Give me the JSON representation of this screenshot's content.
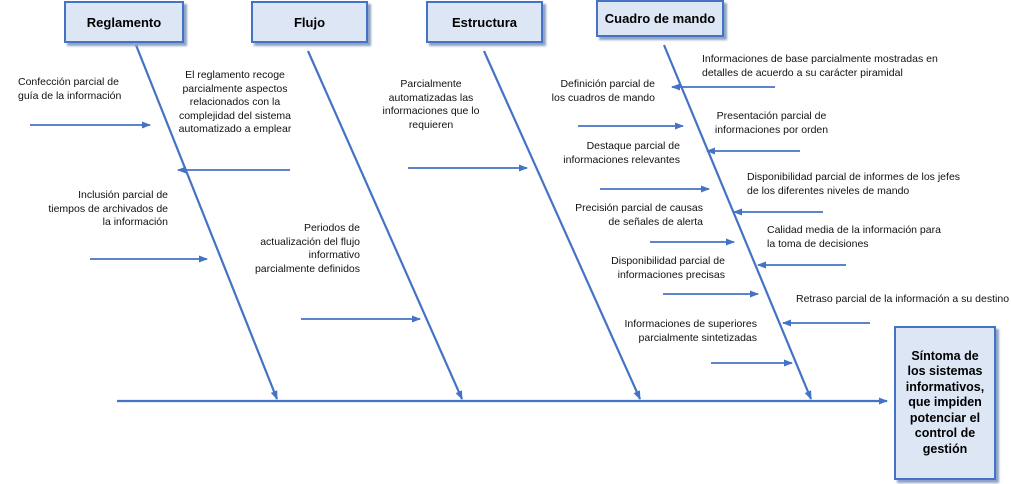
{
  "categories": {
    "reglamento": "Reglamento",
    "flujo": "Flujo",
    "estructura": "Estructura",
    "cuadro": "Cuadro de mando"
  },
  "effect": "Síntoma de\nlos sistemas\ninformativos,\nque impiden\npotenciar el\ncontrol de\ngestión",
  "causes": {
    "reglamento": [
      "Confección parcial de\nguía de la información",
      "El reglamento recoge\nparcialmente aspectos\nrelacionados con la\ncomplejidad del sistema\nautomatizado a emplear",
      "Inclusión parcial de\ntiempos de archivados de\nla información"
    ],
    "flujo": [
      "Periodos de\nactualización del flujo\ninformativo\nparcialmente definidos"
    ],
    "estructura": [
      "Parcialmente\nautomatizadas las\ninformaciones que lo\nrequieren"
    ],
    "cuadro_left": [
      "Definición parcial de\nlos cuadros de mando",
      "Destaque parcial de\ninformaciones relevantes",
      "Precisión parcial de causas\nde señales de alerta",
      "Disponibilidad parcial de\ninformaciones precisas",
      "Informaciones de superiores\nparcialmente sintetizadas"
    ],
    "cuadro_right": [
      "Informaciones de base parcialmente mostradas en\ndetalles de acuerdo a su carácter piramidal",
      "Presentación parcial de\ninformaciones por orden",
      "Disponibilidad parcial de informes de los jefes\nde los diferentes niveles de mando",
      "Calidad media de la información para\nla toma de decisiones",
      "Retraso parcial de la información a su destino"
    ]
  },
  "colors": {
    "line": "#4472c4",
    "box_fill": "#dce6f5",
    "box_border": "#4472c4"
  }
}
